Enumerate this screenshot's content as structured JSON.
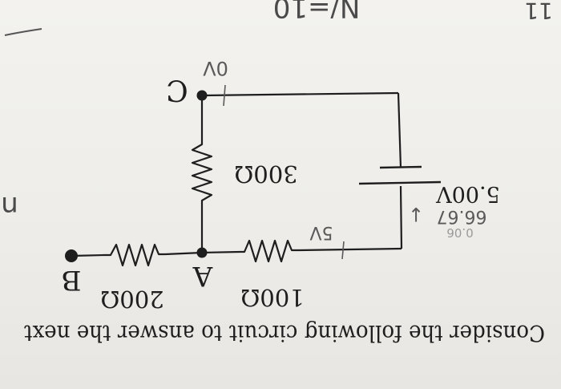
{
  "question": {
    "text": "Consider the following circuit to answer the next"
  },
  "top_note": {
    "text": "N/=10"
  },
  "corner_note": {
    "text": "11"
  },
  "left_note": {
    "text": "n"
  },
  "nodes": {
    "a": {
      "label": "A"
    },
    "b": {
      "label": "B"
    },
    "c": {
      "label": "C",
      "potential_note": "0V"
    }
  },
  "resistors": {
    "r300": {
      "label": "300Ω"
    },
    "r100": {
      "label": "100Ω"
    },
    "r200": {
      "label": "200Ω"
    }
  },
  "battery": {
    "label": "5.00V",
    "current_note": "66.67",
    "faint_note": "0.06",
    "current_arrow_note": "↓"
  },
  "wire_note": {
    "text": "5V"
  },
  "colors": {
    "ink": "#1e1e1e",
    "pencil": "#5a5a5a",
    "paper": "#efeeea"
  }
}
